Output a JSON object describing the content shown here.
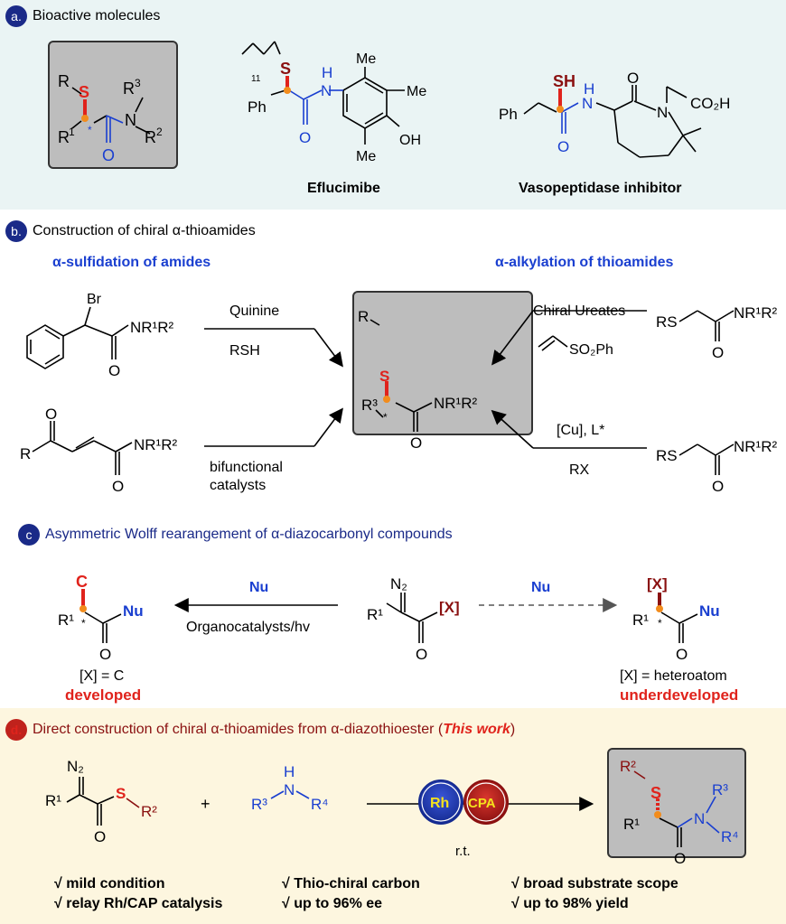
{
  "panel_a": {
    "badge": "a.",
    "title": "Bioactive molecules",
    "mol1_label": "Eflucimibe",
    "mol2_label": "Vasopeptidase inhibitor",
    "core": {
      "R": "R",
      "S": "S",
      "R1": "R",
      "R1sup": "1",
      "R3": "R",
      "R3sup": "3",
      "R2": "R",
      "R2sup": "2",
      "N": "N",
      "O": "O",
      "star": "*"
    },
    "eflu": {
      "n": "11",
      "S": "S",
      "Ph": "Ph",
      "H": "H",
      "N": "N",
      "O": "O",
      "Me1": "Me",
      "Me2": "Me",
      "Me3": "Me",
      "OH": "OH"
    },
    "vaso": {
      "SH": "SH",
      "Ph": "Ph",
      "H": "H",
      "N": "N",
      "N2": "N",
      "O1": "O",
      "O2": "O",
      "CO2H": "CO₂H"
    }
  },
  "panel_b": {
    "badge": "b.",
    "title": "Construction of chiral α-thioamides",
    "left_heading": "α-sulfidation of amides",
    "right_heading": "α-alkylation of thioamides",
    "arrow1_top": "Quinine",
    "arrow1_bottom": "RSH",
    "arrow2_bottom": "bifunctional catalysts",
    "arrow3_top": "Chiral Ureates",
    "arrow3_reagent": "SO₂Ph",
    "arrow4_top": "[Cu], L*",
    "arrow4_bottom": "RX",
    "sm1": {
      "Br": "Br",
      "NR": "NR¹R²",
      "O": "O"
    },
    "sm2": {
      "R": "R",
      "O1": "O",
      "NR": "NR¹R²",
      "O2": "O"
    },
    "sm3": {
      "RS": "RS",
      "NR": "NR¹R²",
      "O": "O"
    },
    "sm4": {
      "RS": "RS",
      "NR": "NR¹R²",
      "O": "O"
    },
    "product": {
      "R": "R",
      "S": "S",
      "R3": "R³",
      "NR": "NR¹R²",
      "O": "O",
      "star": "*"
    }
  },
  "panel_c": {
    "badge": "c",
    "title": "Asymmetric Wolff rearangement of α-diazocarbonyl compounds",
    "left_arrow_top": "Nu",
    "left_arrow_bottom": "Organocatalysts/hv",
    "right_arrow_top": "Nu",
    "left_note": "[X] = C",
    "left_status": "developed",
    "right_note": "[X] = heteroatom",
    "right_status": "underdeveloped",
    "left_mol": {
      "C": "C",
      "R1": "R¹",
      "Nu": "Nu",
      "O": "O",
      "star": "*"
    },
    "mid_mol": {
      "N2": "N₂",
      "R1": "R¹",
      "X": "[X]",
      "O": "O"
    },
    "right_mol": {
      "X": "[X]",
      "R1": "R¹",
      "Nu": "Nu",
      "O": "O",
      "star": "*"
    }
  },
  "panel_d": {
    "badge": "d.",
    "title_prefix": "Direct construction of chiral α-thioamides from α-diazothioester (",
    "title_em": "This work",
    "title_suffix": ")",
    "plus": "+",
    "cat1": "Rh",
    "cat2": "CPA",
    "condition": "r.t.",
    "sm1": {
      "N2": "N₂",
      "R1": "R¹",
      "S": "S",
      "R2": "R²",
      "O": "O"
    },
    "sm2": {
      "H": "H",
      "R3": "R³",
      "N": "N",
      "R4": "R⁴"
    },
    "product": {
      "R2": "R²",
      "S": "S",
      "R3": "R³",
      "N": "N",
      "R1": "R¹",
      "R4": "R⁴",
      "O": "O"
    },
    "checks": [
      "√ mild condition",
      "√ relay Rh/CAP catalysis",
      "√ Thio-chiral carbon",
      "√ up to 96% ee",
      "√ broad substrate scope",
      "√ up to 98% yield"
    ]
  },
  "colors": {
    "accent_blue": "#1a3fd0",
    "accent_red": "#e0231c",
    "badge_navy": "#1a2a88",
    "stereo_orange": "#f28c1c",
    "panel_a_bg": "#eaf4f4",
    "panel_d_bg": "#fdf6df"
  }
}
